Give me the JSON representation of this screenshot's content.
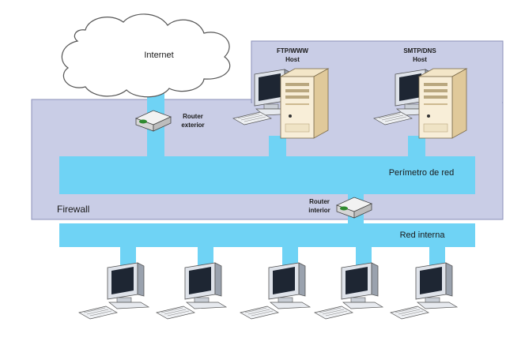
{
  "labels": {
    "internet": "Internet",
    "ftp_line1": "FTP/WWW",
    "ftp_line2": "Host",
    "smtp_line1": "SMTP/DNS",
    "smtp_line2": "Host",
    "router_ext_line1": "Router",
    "router_ext_line2": "exterior",
    "router_int_line1": "Router",
    "router_int_line2": "interior",
    "perimeter": "Perímetro de red",
    "firewall": "Firewall",
    "internal": "Red interna"
  },
  "colors": {
    "firewall_fill": "#c9cde6",
    "firewall_stroke": "#8a8fb8",
    "network_bar": "#6fd3f5",
    "cloud_stroke": "#555555"
  },
  "icons": {
    "cloud": "cloud-icon",
    "router": "router-icon",
    "server": "server-icon",
    "workstation": "workstation-icon"
  }
}
